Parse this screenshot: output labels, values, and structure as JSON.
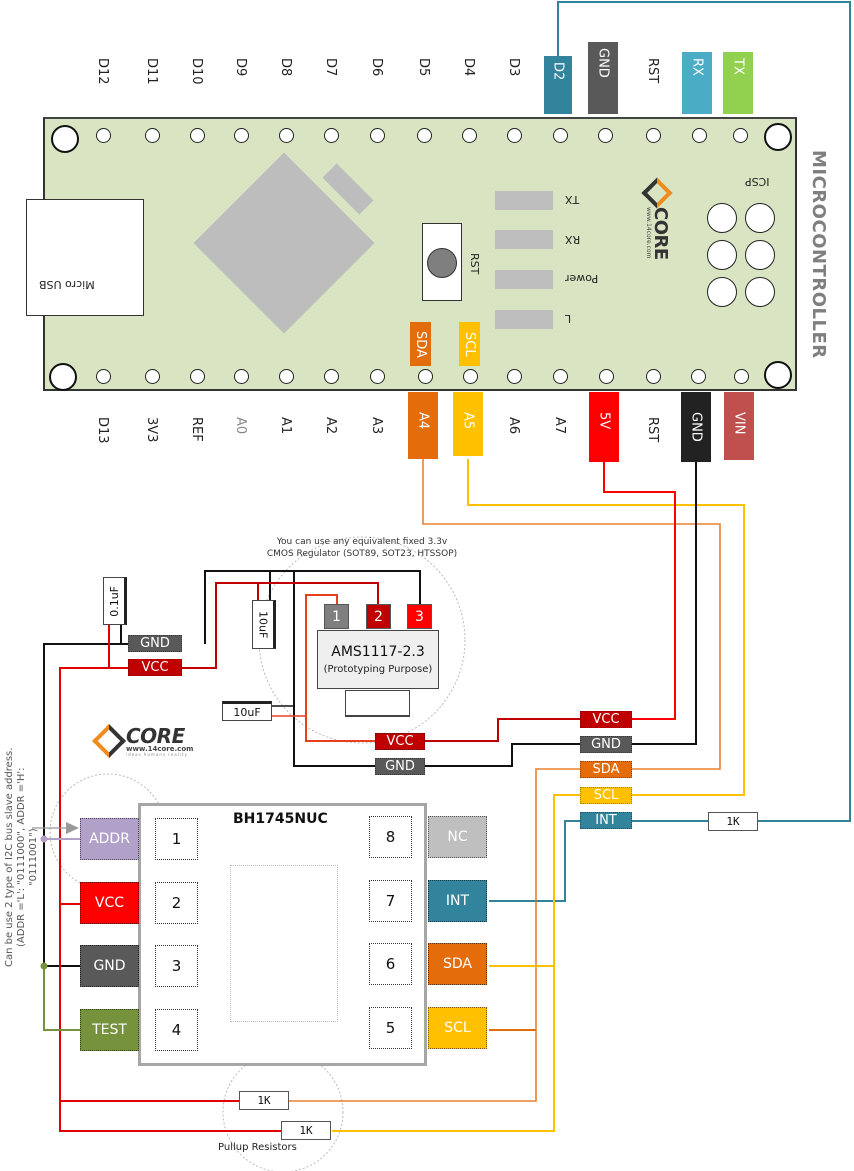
{
  "colors": {
    "board": "#d8e4c2",
    "d2": "#31849b",
    "gnd_dark": "#595959",
    "rx": "#4bacc6",
    "tx": "#92d050",
    "sda": "#e46c0a",
    "scl": "#ffc000",
    "v5": "#ff0000",
    "gnd_black": "#222222",
    "vin": "#c0504d",
    "vcc_dark": "#c00000",
    "addr": "#b1a0c7",
    "test": "#76923c",
    "nc": "#bfbfbf",
    "int": "#31849b"
  },
  "microcontroller": {
    "title": "MICROCONTROLLER",
    "top_pins": [
      "D12",
      "D11",
      "D10",
      "D9",
      "D8",
      "D7",
      "D6",
      "D5",
      "D4",
      "D3",
      "D2",
      "GND",
      "RST",
      "RX",
      "TX"
    ],
    "bottom_pins": [
      "D13",
      "3V3",
      "REF",
      "A0",
      "A1",
      "A2",
      "A3",
      "A4",
      "A5",
      "A6",
      "A7",
      "5V",
      "RST",
      "GND",
      "VIN"
    ],
    "usb_label": "Micro USB",
    "reset_label": "RST",
    "leds": [
      "TX",
      "RX",
      "Power",
      "L"
    ],
    "icsp_label": "ICSP",
    "sda_tag": "SDA",
    "scl_tag": "SCL",
    "logo_text": "CORE",
    "logo_url": "www.14core.com"
  },
  "regulator": {
    "note": "You can use any equivalent fixed 3.3v CMOS Regulator (SOT89, SOT23, HTSSOP)",
    "name": "AMS1117-2.3",
    "subtitle": "(Prototyping Purpose)",
    "pins": [
      "1",
      "2",
      "3"
    ],
    "cap_in": "10uF",
    "cap_out": "10uF",
    "tag_vcc": "VCC",
    "tag_gnd": "GND"
  },
  "decoupling": {
    "cap": "0.1uF",
    "tag_gnd": "GND",
    "tag_vcc": "VCC"
  },
  "logo": {
    "text": "CORE",
    "url": "www.14core.com",
    "tagline": "ideas  humans  reality"
  },
  "connector_tags": [
    "VCC",
    "GND",
    "SDA",
    "SCL",
    "INT"
  ],
  "int_resistor": "1K",
  "sensor": {
    "name": "BH1745NUC",
    "left_pins": [
      {
        "num": "1",
        "label": "ADDR"
      },
      {
        "num": "2",
        "label": "VCC"
      },
      {
        "num": "3",
        "label": "GND"
      },
      {
        "num": "4",
        "label": "TEST"
      }
    ],
    "right_pins": [
      {
        "num": "8",
        "label": "NC"
      },
      {
        "num": "7",
        "label": "INT"
      },
      {
        "num": "6",
        "label": "SDA"
      },
      {
        "num": "5",
        "label": "SCL"
      }
    ]
  },
  "addr_note": "Can be use 2 type of I2C bus slave address. (ADDR ='L': \"0111000\", ADDR ='H': \"0111001\")",
  "pullups": {
    "values": [
      "1K",
      "1K"
    ],
    "label": "Pullup Resistors"
  }
}
